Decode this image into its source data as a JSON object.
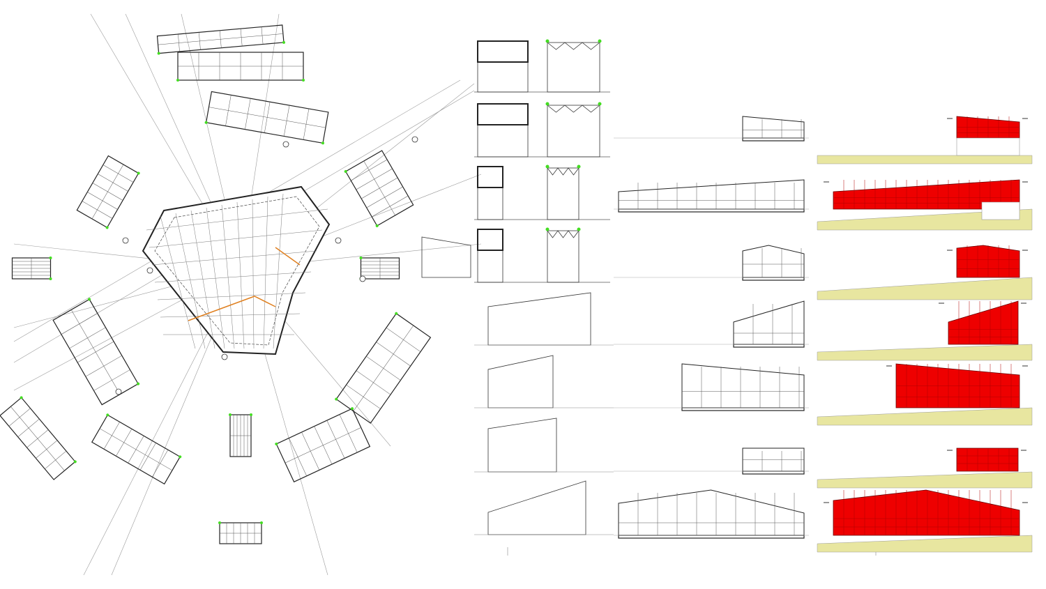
{
  "sheet": {
    "views": [
      "site-plan",
      "cross-sections",
      "elevations-line",
      "elevations-colored"
    ]
  },
  "colors": {
    "line": "#222222",
    "construction_line": "#9a9a9a",
    "facade_red": "#ee0000",
    "ground_yellow": "#e8e6a0",
    "marker_green": "#44dd22",
    "accent_orange": "#e08020"
  }
}
